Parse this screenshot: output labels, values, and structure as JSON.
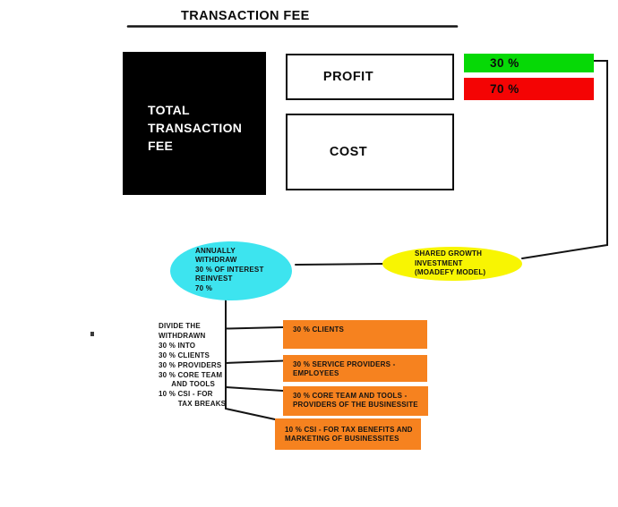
{
  "page": {
    "title": "TRANSACTION FEE"
  },
  "flow": {
    "total_fee": "TOTAL\nTRANSACTION\nFEE",
    "profit": "PROFIT",
    "cost": "COST",
    "profit_pct": "30 %",
    "cost_pct": "70 %",
    "annual_withdraw": "ANNUALLY\nWITHDRAW\n30 % OF INTEREST\nREINVEST\n70 %",
    "shared_growth": "SHARED GROWTH\nINVESTMENT\n(MOADEFY MODEL)",
    "divide_note": "DIVIDE THE\nWITHDRAWN\n30 % INTO\n30 % CLIENTS\n30 % PROVIDERS\n30 % CORE TEAM\n      AND TOOLS\n10 % CSI - FOR\n         TAX BREAKS",
    "splits": [
      {
        "label": "30 % CLIENTS"
      },
      {
        "label": "30 % SERVICE PROVIDERS -\nEMPLOYEES"
      },
      {
        "label": "30 % CORE TEAM AND TOOLS -\nPROVIDERS OF THE BUSINESSITE"
      },
      {
        "label": "10 % CSI - FOR TAX BENEFITS AND\nMARKETING OF BUSINESSITES"
      }
    ]
  },
  "colors": {
    "total_box": "#000000",
    "green_bar": "#06d906",
    "red_bar": "#f40404",
    "cyan_ellipse": "#3de4ef",
    "yellow_ellipse": "#f8f502",
    "orange_box": "#f6821f",
    "ink": "#141414"
  }
}
